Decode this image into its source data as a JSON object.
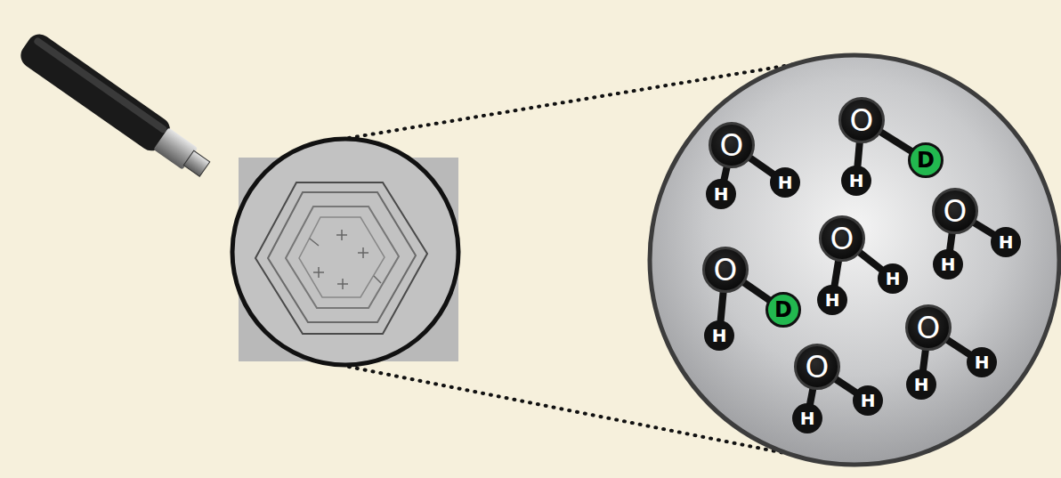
{
  "diagram": {
    "nodes": [
      {
        "text": [
          "O"
        ]
      },
      {
        "text": [
          "H"
        ]
      },
      {
        "text": [
          "H"
        ]
      },
      {
        "text": [
          "O"
        ]
      },
      {
        "text": [
          "H"
        ]
      },
      {
        "text": [
          "D"
        ]
      },
      {
        "text": [
          "O"
        ]
      },
      {
        "text": [
          "H"
        ]
      },
      {
        "text": [
          "H"
        ]
      },
      {
        "text": [
          "O"
        ]
      },
      {
        "text": [
          "H"
        ]
      },
      {
        "text": [
          "H"
        ]
      },
      {
        "text": [
          "O"
        ]
      },
      {
        "text": [
          "H"
        ]
      },
      {
        "text": [
          "D"
        ]
      },
      {
        "text": [
          "O"
        ]
      },
      {
        "text": [
          "H"
        ]
      },
      {
        "text": [
          "H"
        ]
      },
      {
        "text": [
          "O"
        ]
      },
      {
        "text": [
          "H"
        ]
      },
      {
        "text": [
          "H"
        ]
      }
    ],
    "edges": [
      {
        "from": 0,
        "to": 1,
        "arrow": "none"
      },
      {
        "from": 0,
        "to": 2,
        "arrow": "none"
      },
      {
        "from": 3,
        "to": 4,
        "arrow": "none"
      },
      {
        "from": 3,
        "to": 5,
        "arrow": "none"
      },
      {
        "from": 6,
        "to": 7,
        "arrow": "none"
      },
      {
        "from": 6,
        "to": 8,
        "arrow": "none"
      },
      {
        "from": 9,
        "to": 10,
        "arrow": "none"
      },
      {
        "from": 9,
        "to": 11,
        "arrow": "none"
      },
      {
        "from": 12,
        "to": 13,
        "arrow": "none"
      },
      {
        "from": 12,
        "to": 14,
        "arrow": "none"
      },
      {
        "from": 15,
        "to": 16,
        "arrow": "none"
      },
      {
        "from": 15,
        "to": 17,
        "arrow": "none"
      },
      {
        "from": 18,
        "to": 19,
        "arrow": "none"
      },
      {
        "from": 18,
        "to": 20,
        "arrow": "none"
      }
    ]
  }
}
